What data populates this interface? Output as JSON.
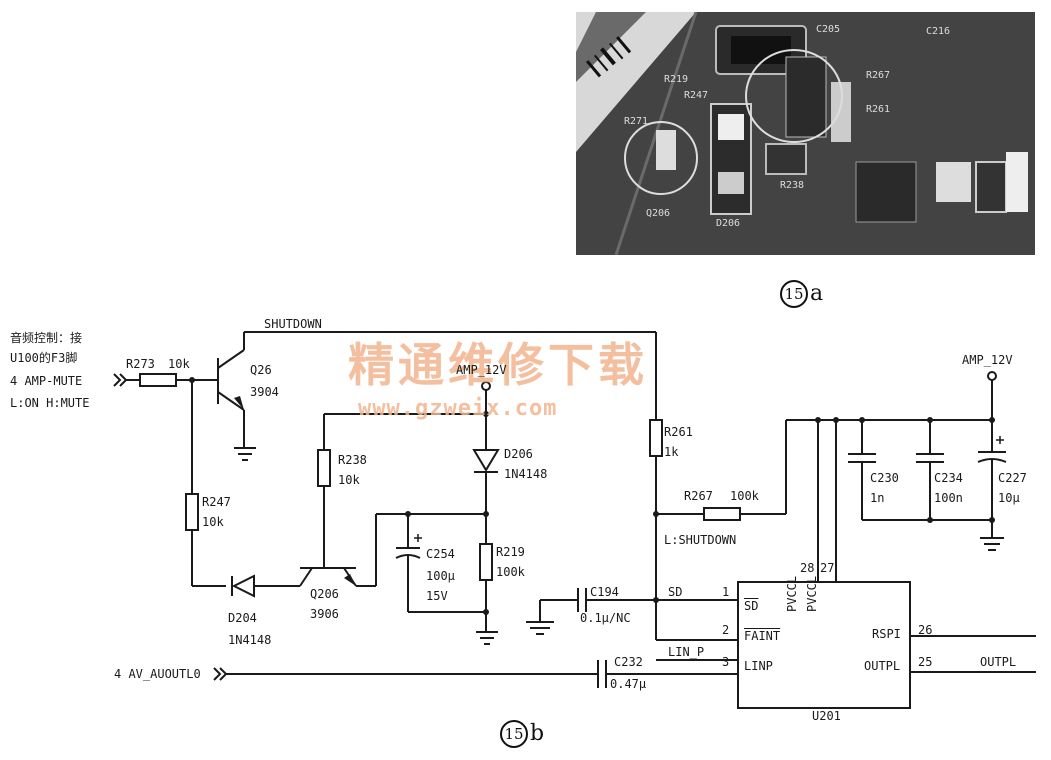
{
  "figure_a": {
    "caption_num": "15",
    "caption_suffix": "a",
    "pcb_labels": [
      "R271",
      "R247",
      "R219",
      "Q206",
      "D206",
      "R238",
      "R267",
      "R261",
      "C216",
      "C205"
    ]
  },
  "figure_b": {
    "caption_num": "15",
    "caption_suffix": "b",
    "note_line1": "音频控制：接",
    "note_line2": "U100的F3脚",
    "port_amp_mute": "4 AMP-MUTE",
    "note_line4": "L:ON H:MUTE",
    "shutdown_net": "SHUTDOWN",
    "r273_ref": "R273",
    "r273_val": "10k",
    "q26_ref": "Q26",
    "q26_val": "3904",
    "r247_ref": "R247",
    "r247_val": "10k",
    "d204_ref": "D204",
    "d204_val": "1N4148",
    "q206_ref": "Q206",
    "q206_val": "3906",
    "r238_ref": "R238",
    "r238_val": "10k",
    "amp12v_mid": "AMP_12V",
    "d206_ref": "D206",
    "d206_val": "1N4148",
    "c254_ref": "C254",
    "c254_val": "100μ",
    "c254_v": "15V",
    "r219_ref": "R219",
    "r219_val": "100k",
    "r261_ref": "R261",
    "r261_val": "1k",
    "r267_ref": "R267",
    "r267_val": "100k",
    "l_shutdown": "L:SHUTDOWN",
    "sd_net": "SD",
    "c194_ref": "C194",
    "c194_val": "0.1μ/NC",
    "lin_p_net": "LIN_P",
    "port_av": "4 AV_AUOUTL0",
    "c232_ref": "C232",
    "c232_val": "0.47μ",
    "amp12v_right": "AMP_12V",
    "c230_ref": "C230",
    "c230_val": "1n",
    "c234_ref": "C234",
    "c234_val": "100n",
    "c227_ref": "C227",
    "c227_val": "10μ",
    "u201": {
      "ref": "U201",
      "pin1_num": "1",
      "pin1_name": "SD",
      "pin2_num": "2",
      "pin2_name": "FAINT",
      "pin3_num": "3",
      "pin3_name": "LINP",
      "pin28_num": "28",
      "pin28_name": "PVCCL",
      "pin27_num": "27",
      "pin27_name": "PVCCL",
      "pin26_num": "26",
      "pin26_name": "RSPI",
      "pin25_num": "25",
      "pin25_name": "OUTPL"
    },
    "outpl_net": "OUTPL"
  },
  "watermark": {
    "title": "精通维修下载",
    "url": "www.gzweix.com"
  }
}
